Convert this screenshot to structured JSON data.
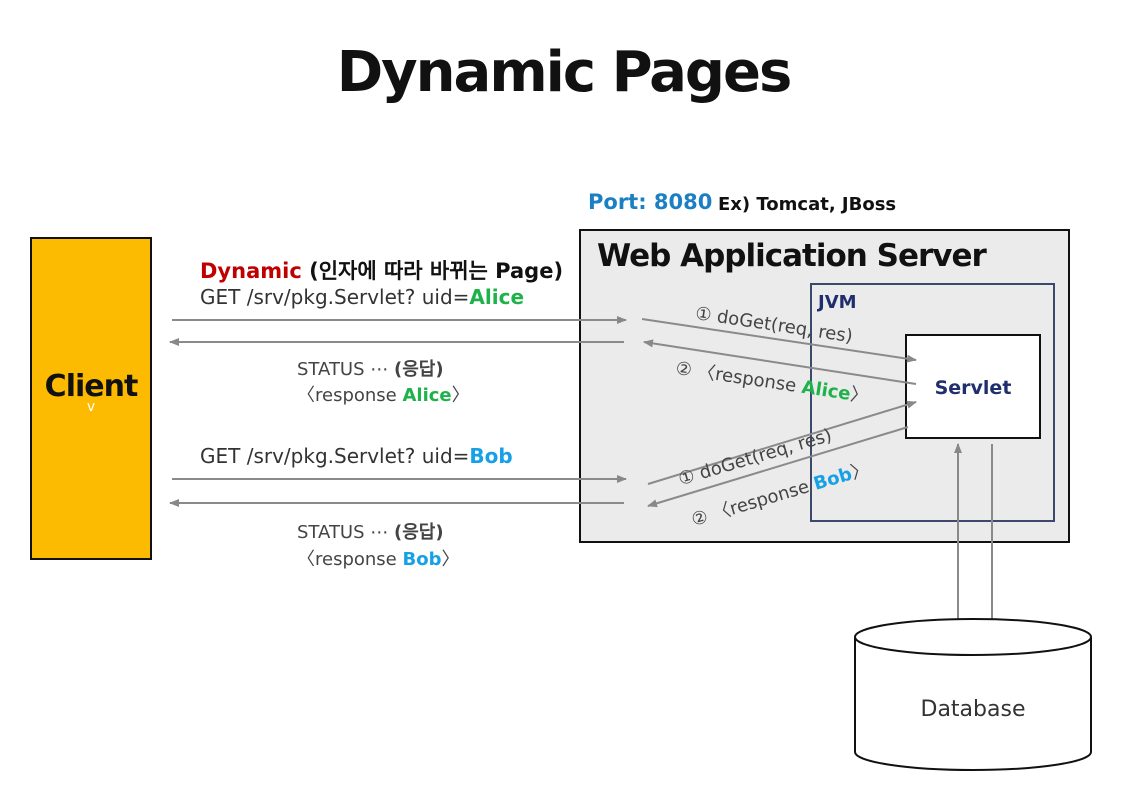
{
  "title": "Dynamic Pages",
  "client": {
    "label": "Client",
    "caret": "v"
  },
  "server": {
    "port_label": "Port: 8080",
    "examples": "Ex) Tomcat, JBoss",
    "title": "Web Application Server",
    "jvm_label": "JVM",
    "servlet_label": "Servlet"
  },
  "dynamic": {
    "word": "Dynamic",
    "description": "(인자에 따라 바뀌는 Page)"
  },
  "request_alice": {
    "prefix": "GET /srv/pkg.Servlet? uid=",
    "user": "Alice"
  },
  "status_alice": {
    "text": "STATUS ⋯",
    "bold": "(응답)"
  },
  "response_alice": {
    "open": "〈response ",
    "user": "Alice",
    "close": "〉"
  },
  "request_bob": {
    "prefix": "GET /srv/pkg.Servlet? uid=",
    "user": "Bob"
  },
  "status_bob": {
    "text": "STATUS ⋯",
    "bold": "(응답)"
  },
  "response_bob": {
    "open": "〈response ",
    "user": "Bob",
    "close": "〉"
  },
  "servlet_calls": {
    "alice_doget": "① doGet(req, res)",
    "alice_response": {
      "prefix": "② 〈response ",
      "user": "Alice",
      "close": "〉"
    },
    "bob_doget": "① doGet(req, res)",
    "bob_response": {
      "prefix": "② 〈response ",
      "user": "Bob",
      "close": "〉"
    }
  },
  "database": {
    "label": "Database"
  },
  "colors": {
    "client": "#FCBB00",
    "dynamic": "#C00000",
    "alice": "#1fb24b",
    "bob": "#16a0e6",
    "port": "#1b7fc4",
    "server_bg": "#EBEBEB"
  }
}
